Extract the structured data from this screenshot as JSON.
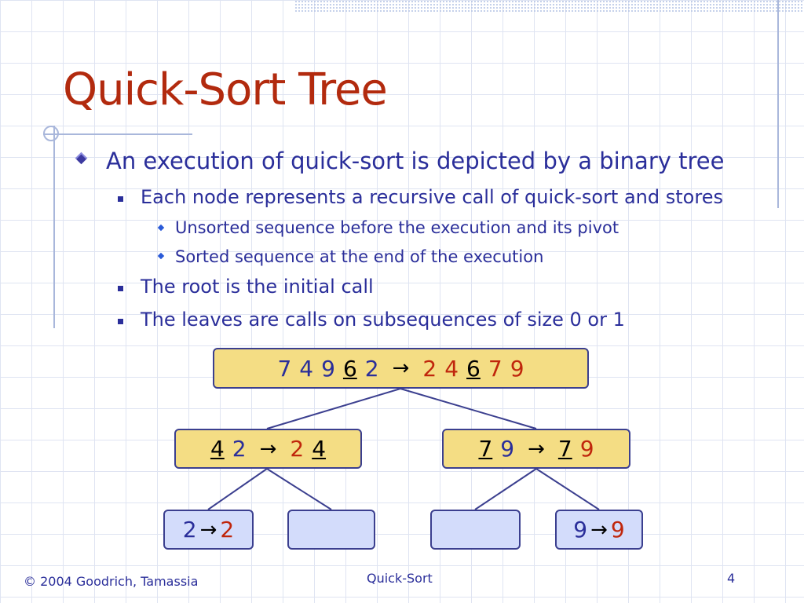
{
  "title": "Quick-Sort Tree",
  "bullets": {
    "l1": "An execution of quick-sort is depicted by a binary tree",
    "l2a": "Each node represents a recursive call of quick-sort and stores",
    "l3a": "Unsorted sequence before the execution and its pivot",
    "l3b": "Sorted sequence at the end of the execution",
    "l2b": "The root is the initial call",
    "l2c": "The leaves are calls on subsequences of size 0 or 1"
  },
  "tree": {
    "root": {
      "input": [
        "7",
        "4",
        "9",
        "6",
        "2"
      ],
      "pivot_index": 3,
      "arrow": "→",
      "output": [
        "2",
        "4",
        "6",
        "7",
        "9"
      ],
      "output_pivot_index": 2
    },
    "left": {
      "input": [
        "4",
        "2"
      ],
      "pivot_index": 0,
      "arrow": "→",
      "output": [
        "2",
        "4"
      ],
      "output_pivot_index": 1
    },
    "right": {
      "input": [
        "7",
        "9"
      ],
      "pivot_index": 0,
      "arrow": "→",
      "output": [
        "7",
        "9"
      ],
      "output_pivot_index": 0
    },
    "leaf1": {
      "input": "2",
      "arrow": "→",
      "output": "2"
    },
    "leaf2": {
      "input": "",
      "arrow": "",
      "output": ""
    },
    "leaf3": {
      "input": "",
      "arrow": "",
      "output": ""
    },
    "leaf4": {
      "input": "9",
      "arrow": "→",
      "output": "9"
    }
  },
  "footer": {
    "copyright": "© 2004 Goodrich, Tamassia",
    "topic": "Quick-Sort",
    "page": "4"
  },
  "colors": {
    "title": "#b22a0e",
    "text": "#2a2e9a",
    "node_fill": "#f4dd84",
    "leaf_fill": "#d3dcfb",
    "sorted_text": "#c0260c"
  }
}
